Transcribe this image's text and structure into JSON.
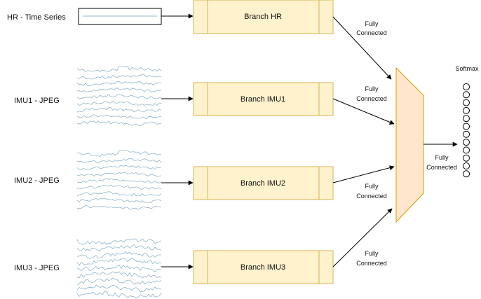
{
  "inputs": {
    "hr": "HR - Time Series",
    "imu1": "IMU1 - JPEG",
    "imu2": "IMU2 - JPEG",
    "imu3": "IMU3 - JPEG"
  },
  "branches": {
    "hr": "Branch HR",
    "imu1": "Branch IMU1",
    "imu2": "Branch IMU2",
    "imu3": "Branch IMU3"
  },
  "connections": {
    "fc_word1": "Fully",
    "fc_word2": "Connected"
  },
  "output": {
    "softmax": "Softmax",
    "node_count": 12
  },
  "colors": {
    "branch_fill": "#fff2cc",
    "branch_stroke": "#d6b656",
    "merge_fill": "#ffe6cc",
    "merge_stroke": "#d79b00",
    "signal": "#8fb4cc"
  }
}
